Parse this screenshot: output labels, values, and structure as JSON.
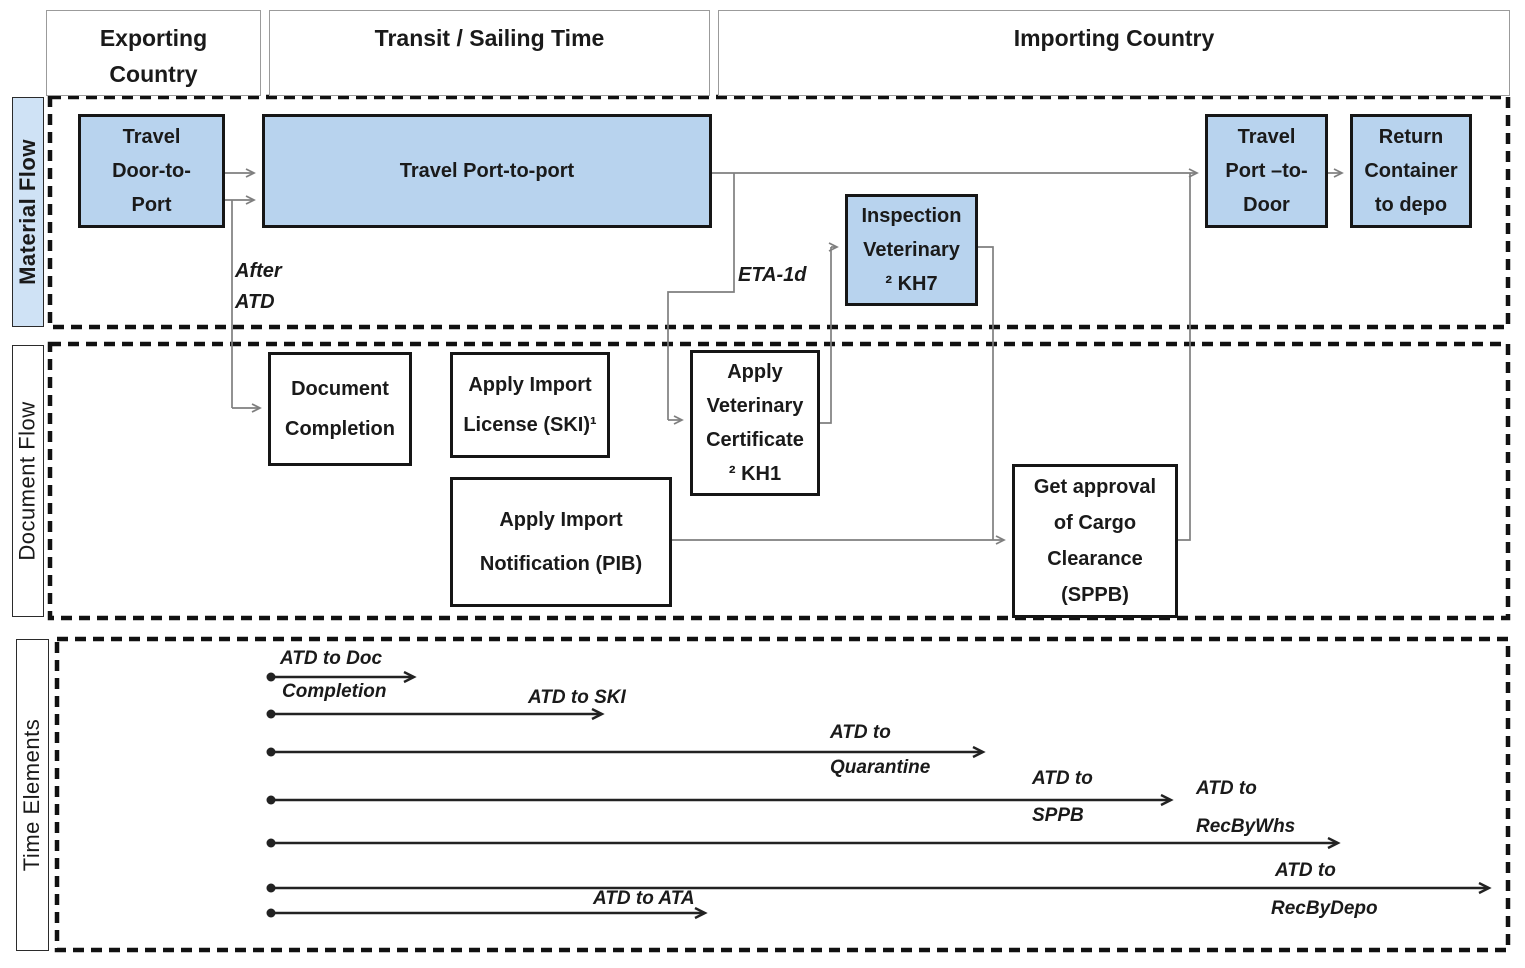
{
  "colors": {
    "process_fill_blue": "#b8d3ee",
    "lane_label_fill_blue": "#cfe2f5",
    "connector_gray": "#7f7f7f",
    "dashed_border": "#111111",
    "ink": "#1a1a1a"
  },
  "headers": [
    {
      "id": "exporting-country",
      "lines": [
        "Exporting",
        "Country"
      ]
    },
    {
      "id": "transit-sailing-time",
      "lines": [
        "Transit / Sailing Time"
      ]
    },
    {
      "id": "importing-country",
      "lines": [
        "Importing Country"
      ]
    }
  ],
  "lanes": [
    {
      "id": "material-flow",
      "label": "Material Flow"
    },
    {
      "id": "document-flow",
      "label": "Document Flow"
    },
    {
      "id": "time-elements",
      "label": "Time Elements"
    }
  ],
  "material_flow": {
    "boxes": [
      {
        "id": "travel-door-to-port",
        "lines": [
          "Travel",
          "Door-to-",
          "Port"
        ]
      },
      {
        "id": "travel-port-to-port",
        "lines": [
          "Travel Port-to-port"
        ]
      },
      {
        "id": "inspection-veterinary",
        "lines": [
          "Inspection",
          "Veterinary",
          "² KH7"
        ]
      },
      {
        "id": "travel-port-to-door",
        "lines": [
          "Travel",
          "Port –to-",
          "Door"
        ]
      },
      {
        "id": "return-container-to-depo",
        "lines": [
          "Return",
          "Container",
          "to depo"
        ]
      }
    ],
    "annotations": {
      "after_atd": {
        "lines": [
          "After",
          "ATD"
        ]
      },
      "eta": {
        "text": "ETA-1d"
      }
    }
  },
  "document_flow": {
    "boxes": [
      {
        "id": "document-completion",
        "lines": [
          "Document",
          "Completion"
        ]
      },
      {
        "id": "apply-import-license",
        "lines": [
          "Apply Import",
          "License (SKI)¹"
        ]
      },
      {
        "id": "apply-veterinary-certificate",
        "lines": [
          "Apply",
          "Veterinary",
          "Certificate",
          "² KH1"
        ]
      },
      {
        "id": "apply-import-notification",
        "lines": [
          "Apply Import",
          "Notification (PIB)"
        ]
      },
      {
        "id": "get-approval-cargo-clearance",
        "lines": [
          "Get approval",
          "of Cargo",
          "Clearance",
          "(SPPB)"
        ]
      }
    ]
  },
  "time_elements": {
    "arrows": [
      {
        "id": "atd-to-doc-completion",
        "label_lines": [
          "ATD to Doc",
          "Completion"
        ]
      },
      {
        "id": "atd-to-ski",
        "label_lines": [
          "ATD to SKI"
        ]
      },
      {
        "id": "atd-to-quarantine",
        "label_lines": [
          "ATD to",
          "Quarantine"
        ]
      },
      {
        "id": "atd-to-sppb",
        "label_lines": [
          "ATD to",
          "SPPB"
        ]
      },
      {
        "id": "atd-to-recbywhs",
        "label_lines": [
          "ATD to",
          "RecByWhs"
        ]
      },
      {
        "id": "atd-to-recbydepo",
        "label_lines": [
          "ATD to",
          "RecByDepo"
        ]
      },
      {
        "id": "atd-to-ata",
        "label_lines": [
          "ATD to ATA"
        ]
      }
    ]
  }
}
